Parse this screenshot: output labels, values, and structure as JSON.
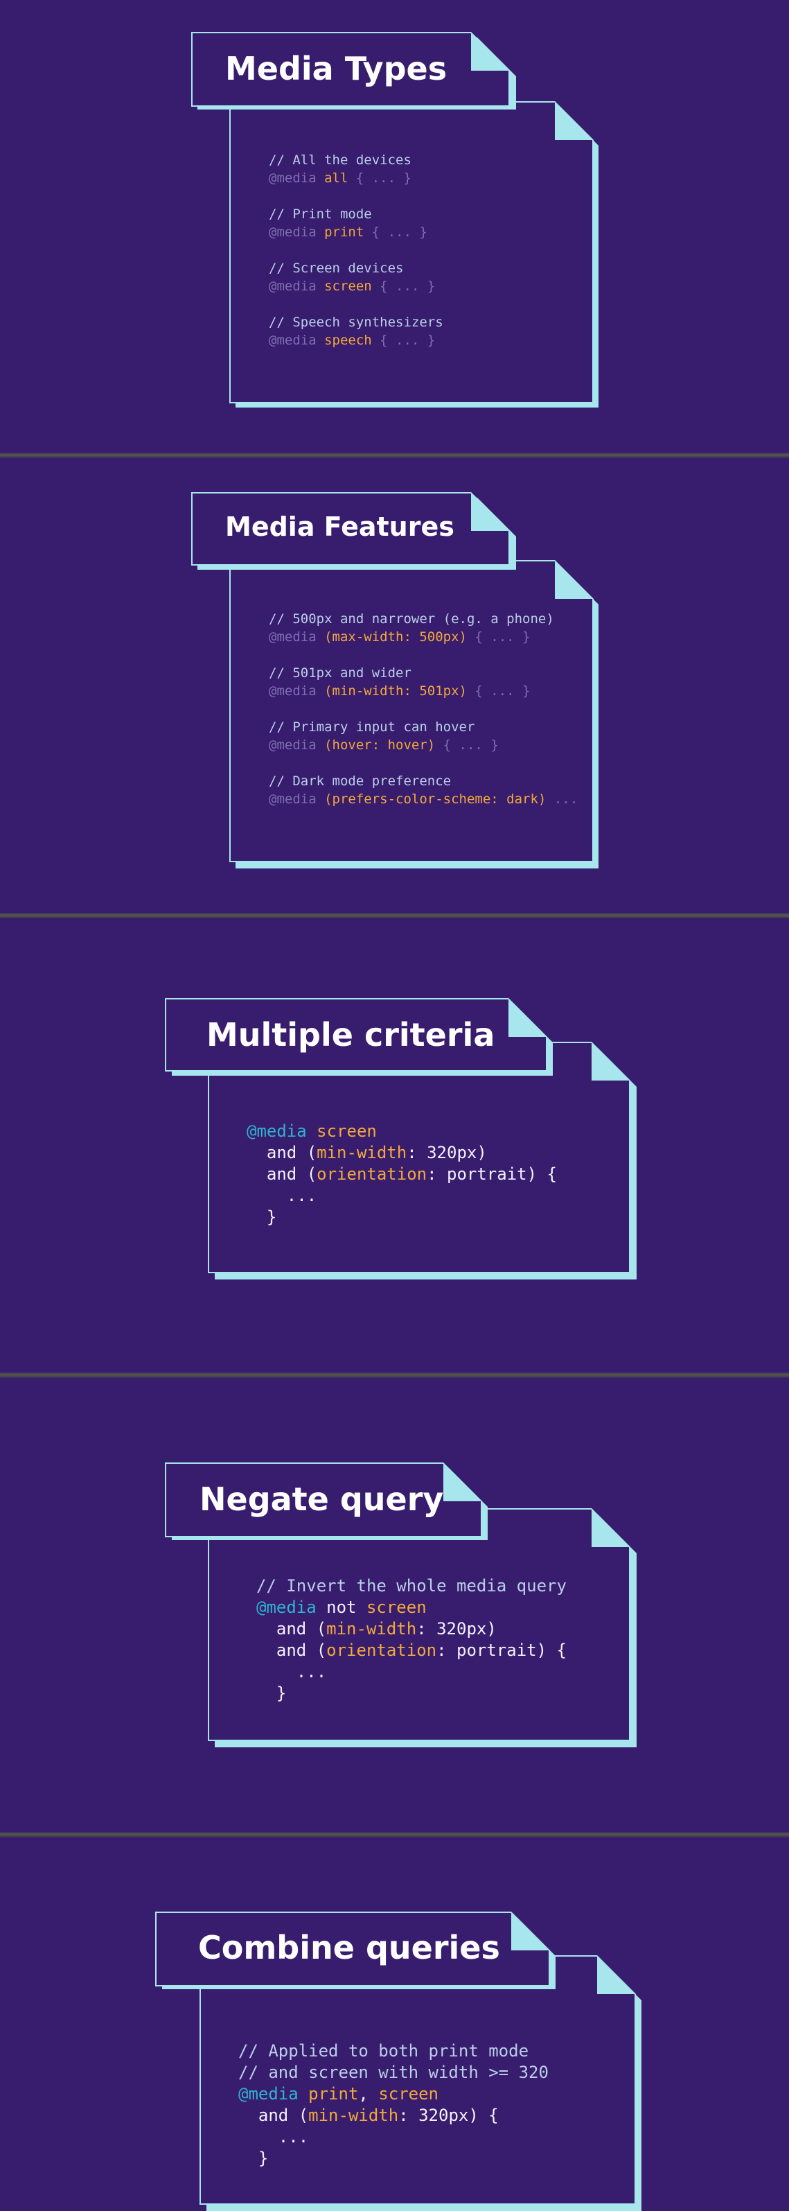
{
  "sections": [
    {
      "title": "Media Types",
      "lines": [
        {
          "parts": [
            {
              "t": "// All the devices",
              "c": "cm"
            }
          ]
        },
        {
          "parts": [
            {
              "t": "@media ",
              "c": "at"
            },
            {
              "t": "all",
              "c": "kw"
            },
            {
              "t": " { ... }",
              "c": "br"
            }
          ]
        },
        {
          "gap": true
        },
        {
          "parts": [
            {
              "t": "// Print mode",
              "c": "cm"
            }
          ]
        },
        {
          "parts": [
            {
              "t": "@media ",
              "c": "at"
            },
            {
              "t": "print",
              "c": "kw"
            },
            {
              "t": " { ... }",
              "c": "br"
            }
          ]
        },
        {
          "gap": true
        },
        {
          "parts": [
            {
              "t": "// Screen devices",
              "c": "cm"
            }
          ]
        },
        {
          "parts": [
            {
              "t": "@media ",
              "c": "at"
            },
            {
              "t": "screen",
              "c": "kw"
            },
            {
              "t": " { ... }",
              "c": "br"
            }
          ]
        },
        {
          "gap": true
        },
        {
          "parts": [
            {
              "t": "// Speech synthesizers",
              "c": "cm"
            }
          ]
        },
        {
          "parts": [
            {
              "t": "@media ",
              "c": "at"
            },
            {
              "t": "speech",
              "c": "kw"
            },
            {
              "t": " { ... }",
              "c": "br"
            }
          ]
        }
      ]
    },
    {
      "title": "Media Features",
      "lines": [
        {
          "parts": [
            {
              "t": "// 500px and narrower (e.g. a phone)",
              "c": "cm"
            }
          ]
        },
        {
          "parts": [
            {
              "t": "@media ",
              "c": "at"
            },
            {
              "t": "(max-width: 500px)",
              "c": "kw"
            },
            {
              "t": " { ... }",
              "c": "br"
            }
          ]
        },
        {
          "gap": true
        },
        {
          "parts": [
            {
              "t": "// 501px and wider",
              "c": "cm"
            }
          ]
        },
        {
          "parts": [
            {
              "t": "@media ",
              "c": "at"
            },
            {
              "t": "(min-width: 501px)",
              "c": "kw"
            },
            {
              "t": " { ... }",
              "c": "br"
            }
          ]
        },
        {
          "gap": true
        },
        {
          "parts": [
            {
              "t": "// Primary input can hover",
              "c": "cm"
            }
          ]
        },
        {
          "parts": [
            {
              "t": "@media ",
              "c": "at"
            },
            {
              "t": "(hover: hover)",
              "c": "kw"
            },
            {
              "t": " { ... }",
              "c": "br"
            }
          ]
        },
        {
          "gap": true
        },
        {
          "parts": [
            {
              "t": "// Dark mode preference",
              "c": "cm"
            }
          ]
        },
        {
          "parts": [
            {
              "t": "@media ",
              "c": "at"
            },
            {
              "t": "(prefers-color-scheme: dark)",
              "c": "kw"
            },
            {
              "t": " ...",
              "c": "br"
            }
          ]
        }
      ]
    },
    {
      "title": "Multiple criteria",
      "lines": [
        {
          "parts": [
            {
              "t": "@media ",
              "c": "at2"
            },
            {
              "t": "screen",
              "c": "kw"
            }
          ]
        },
        {
          "parts": [
            {
              "t": "  and (",
              "c": "txt"
            },
            {
              "t": "min-width",
              "c": "kw"
            },
            {
              "t": ": 320px)",
              "c": "txt"
            }
          ]
        },
        {
          "parts": [
            {
              "t": "  and (",
              "c": "txt"
            },
            {
              "t": "orientation",
              "c": "kw"
            },
            {
              "t": ": portrait) {",
              "c": "txt"
            }
          ]
        },
        {
          "parts": [
            {
              "t": "    ...",
              "c": "txt"
            }
          ]
        },
        {
          "parts": [
            {
              "t": "  }",
              "c": "txt"
            }
          ]
        }
      ]
    },
    {
      "title": "Negate query",
      "lines": [
        {
          "parts": [
            {
              "t": "// Invert the whole media query",
              "c": "cm"
            }
          ]
        },
        {
          "parts": [
            {
              "t": "@media",
              "c": "at2"
            },
            {
              "t": " not ",
              "c": "txt"
            },
            {
              "t": "screen",
              "c": "kw"
            }
          ]
        },
        {
          "parts": [
            {
              "t": "  and (",
              "c": "txt"
            },
            {
              "t": "min-width",
              "c": "kw"
            },
            {
              "t": ": 320px)",
              "c": "txt"
            }
          ]
        },
        {
          "parts": [
            {
              "t": "  and (",
              "c": "txt"
            },
            {
              "t": "orientation",
              "c": "kw"
            },
            {
              "t": ": portrait) {",
              "c": "txt"
            }
          ]
        },
        {
          "parts": [
            {
              "t": "    ...",
              "c": "txt"
            }
          ]
        },
        {
          "parts": [
            {
              "t": "  }",
              "c": "txt"
            }
          ]
        }
      ]
    },
    {
      "title": "Combine queries",
      "lines": [
        {
          "parts": [
            {
              "t": "// Applied to both print mode",
              "c": "cm"
            }
          ]
        },
        {
          "parts": [
            {
              "t": "// and screen with width >= 320",
              "c": "cm"
            }
          ]
        },
        {
          "parts": [
            {
              "t": "@media ",
              "c": "at2"
            },
            {
              "t": "print",
              "c": "kw"
            },
            {
              "t": ", ",
              "c": "txt"
            },
            {
              "t": "screen",
              "c": "kw"
            }
          ]
        },
        {
          "parts": [
            {
              "t": "  and (",
              "c": "txt"
            },
            {
              "t": "min-width",
              "c": "kw"
            },
            {
              "t": ": 320px) {",
              "c": "txt"
            }
          ]
        },
        {
          "parts": [
            {
              "t": "    ...",
              "c": "txt"
            }
          ]
        },
        {
          "parts": [
            {
              "t": "  }",
              "c": "txt"
            }
          ]
        }
      ]
    }
  ],
  "colors": {
    "background": "#381c6e",
    "accent": "#a8e6ee",
    "keyword": "#f2a93b",
    "comment": "#b9cfe8",
    "at_rule_dim": "#7f6fb0",
    "at_rule_bright": "#2fb3cf",
    "text": "#f4f1fb"
  }
}
